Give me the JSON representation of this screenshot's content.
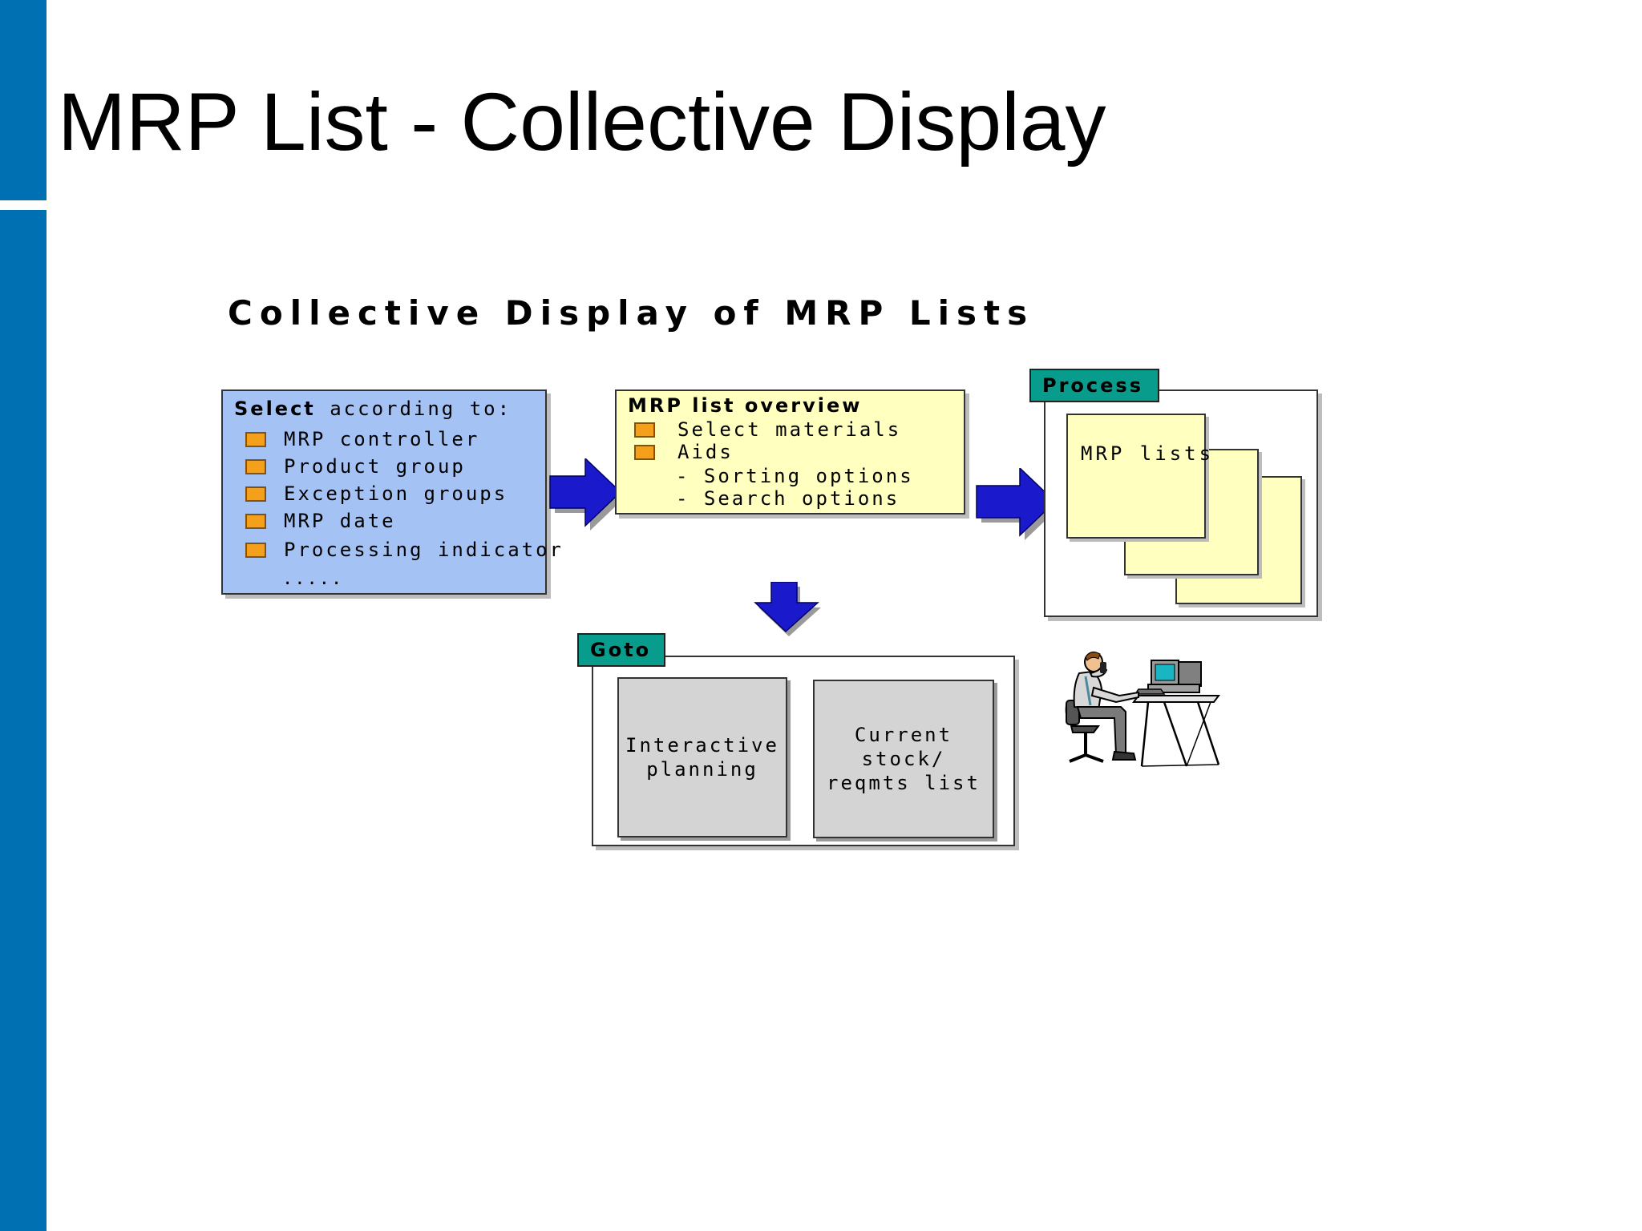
{
  "slide": {
    "title": "MRP List - Collective Display"
  },
  "diagram": {
    "title": "Collective Display of MRP Lists",
    "select_box": {
      "heading_bold": "Select",
      "heading_rest": " according to:",
      "criteria": [
        "MRP controller",
        "Product group",
        "Exception groups",
        "MRP date",
        "Processing indicator"
      ],
      "ellipsis": "....."
    },
    "overview_box": {
      "heading": "MRP list overview",
      "items": [
        "Select materials",
        "Aids"
      ],
      "sub_items": [
        "- Sorting options",
        "- Search options"
      ]
    },
    "process": {
      "tab": "Process",
      "doc_label": "MRP lists"
    },
    "goto": {
      "tab": "Goto",
      "left_option": "Interactive planning",
      "right_option": "Current stock/ reqmts list"
    }
  },
  "colors": {
    "accent_bar": "#0070b3",
    "select_fill": "#a4c2f4",
    "note_fill": "#ffffc0",
    "tab_fill": "#089c8c",
    "arrow_fill": "#1a1acc",
    "bullet_fill": "#f5a01a",
    "option_fill": "#d4d4d4"
  },
  "icons": [
    "person-at-computer-icon",
    "arrow-right-icon",
    "arrow-down-icon"
  ]
}
